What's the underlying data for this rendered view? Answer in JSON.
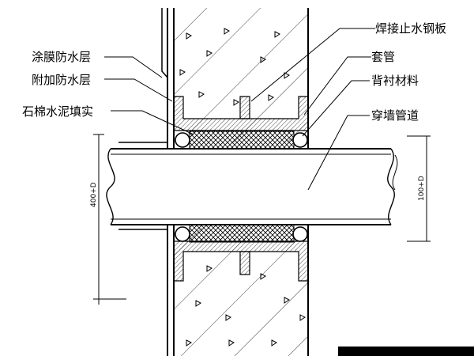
{
  "labels": {
    "coating_waterproof_layer": "涂膜防水层",
    "additional_waterproof_layer": "附加防水层",
    "asbestos_cement_fill": "石棉水泥填实",
    "welded_waterstop_plate": "焊接止水钢板",
    "sleeve": "套管",
    "backing_material": "背衬材料",
    "wall_penetrating_pipe": "穿墙管道"
  },
  "dimensions": {
    "left": "400+D",
    "right": "100+D"
  }
}
